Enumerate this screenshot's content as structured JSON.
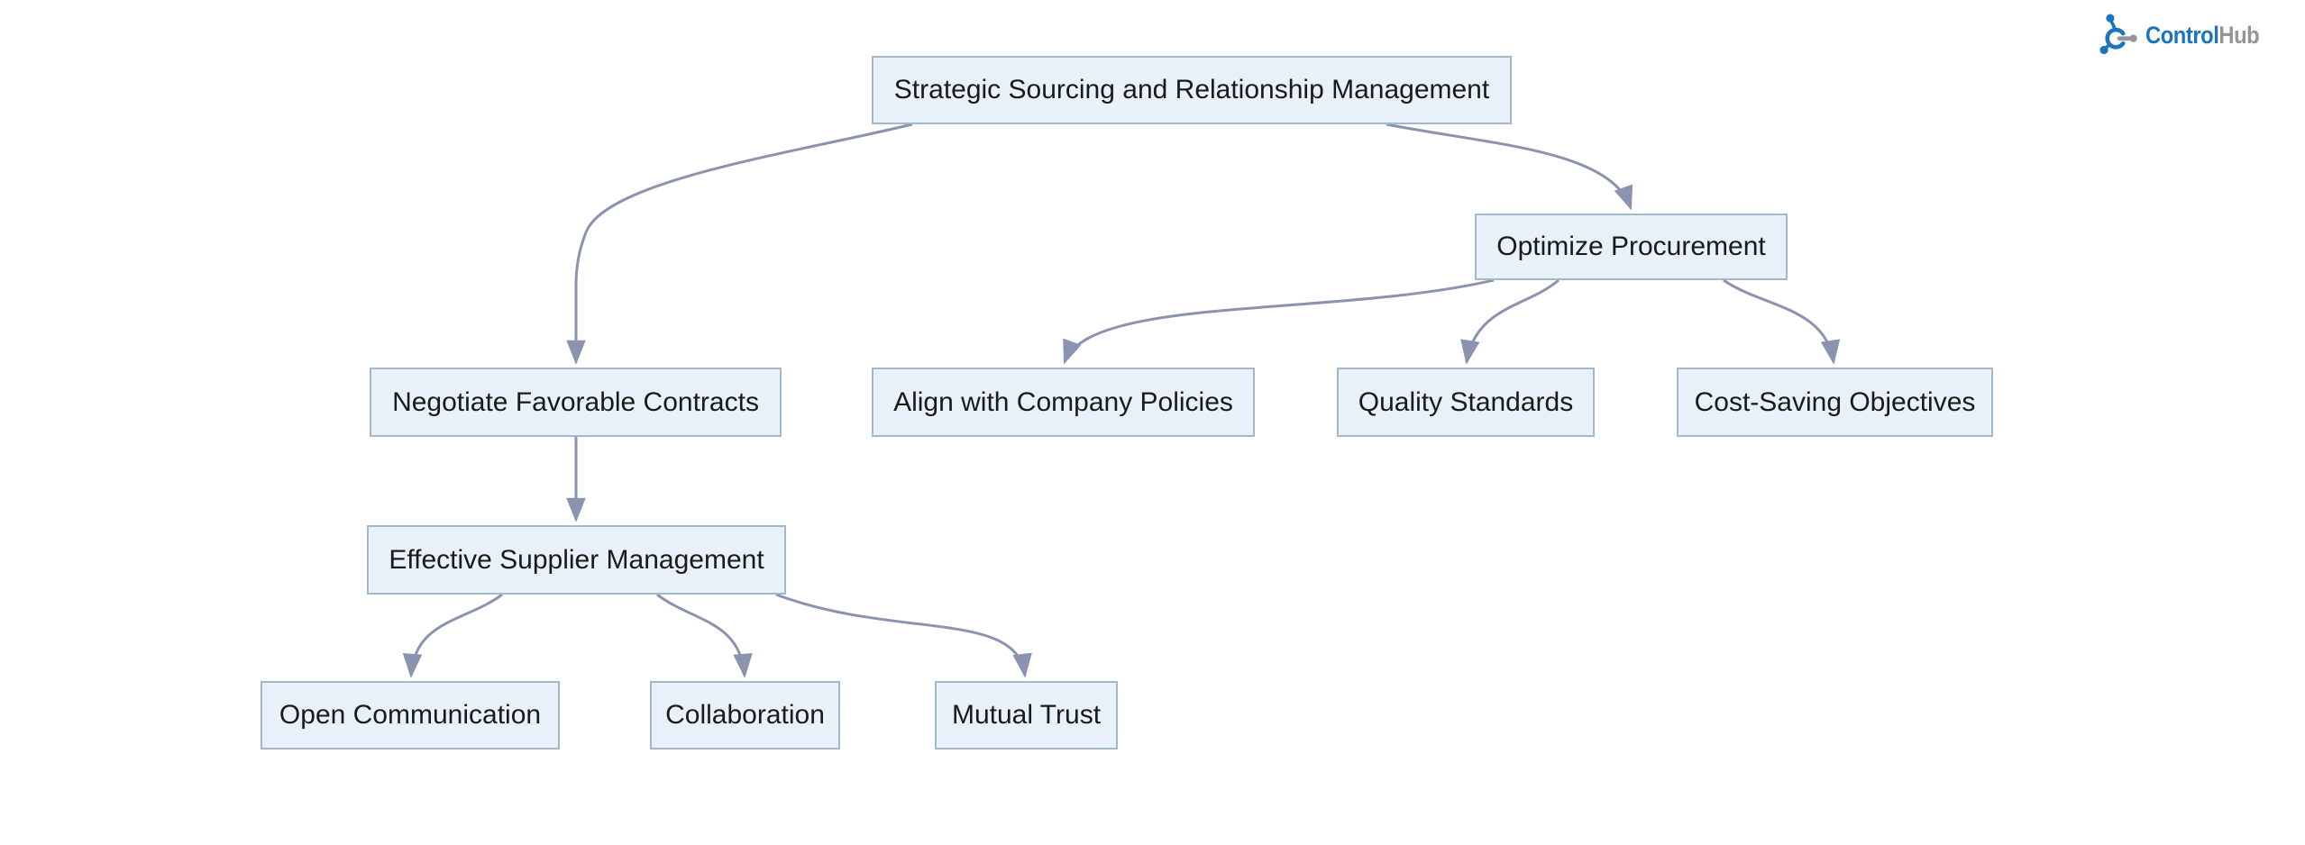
{
  "page": {
    "background": "#ffffff"
  },
  "logo": {
    "icon": "controlhub-hub-icon",
    "text_primary": "Control",
    "text_secondary": "Hub"
  },
  "diagram": {
    "type": "flowchart",
    "direction": "top-down",
    "nodes": [
      {
        "id": "root",
        "label": "Strategic Sourcing and Relationship Management"
      },
      {
        "id": "optimize",
        "label": "Optimize Procurement"
      },
      {
        "id": "negotiate",
        "label": "Negotiate Favorable Contracts"
      },
      {
        "id": "align",
        "label": "Align with Company Policies"
      },
      {
        "id": "quality",
        "label": "Quality Standards"
      },
      {
        "id": "cost",
        "label": "Cost-Saving Objectives"
      },
      {
        "id": "supplier",
        "label": "Effective Supplier Management"
      },
      {
        "id": "open",
        "label": "Open Communication"
      },
      {
        "id": "collab",
        "label": "Collaboration"
      },
      {
        "id": "trust",
        "label": "Mutual Trust"
      }
    ],
    "edges": [
      {
        "from": "root",
        "to": "negotiate"
      },
      {
        "from": "root",
        "to": "optimize"
      },
      {
        "from": "optimize",
        "to": "align"
      },
      {
        "from": "optimize",
        "to": "quality"
      },
      {
        "from": "optimize",
        "to": "cost"
      },
      {
        "from": "negotiate",
        "to": "supplier"
      },
      {
        "from": "supplier",
        "to": "open"
      },
      {
        "from": "supplier",
        "to": "collab"
      },
      {
        "from": "supplier",
        "to": "trust"
      }
    ]
  },
  "colors": {
    "page_bg": "#ffffff",
    "node_fill": "#e8f1f9",
    "node_border": "#a3b8c8",
    "edge_color": "#8b93af",
    "text_color": "#1a1a1a",
    "logo_blue": "#1b75bc",
    "logo_gray": "#939598"
  }
}
